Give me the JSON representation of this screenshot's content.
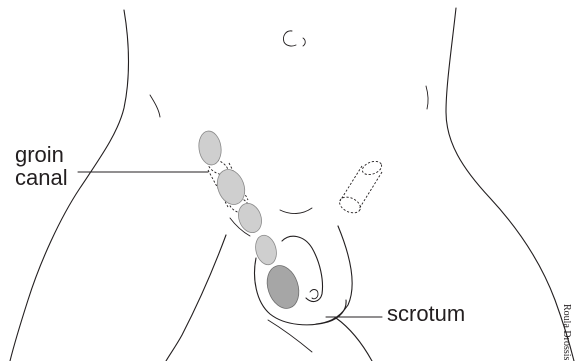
{
  "labels": {
    "groin": "groin",
    "canal": "canal",
    "scrotum": "scrotum"
  },
  "credit": "Roula Drossis",
  "colors": {
    "line": "#231f20",
    "fill_light": "#cfcfcf",
    "fill_dark": "#a6a6a6"
  }
}
